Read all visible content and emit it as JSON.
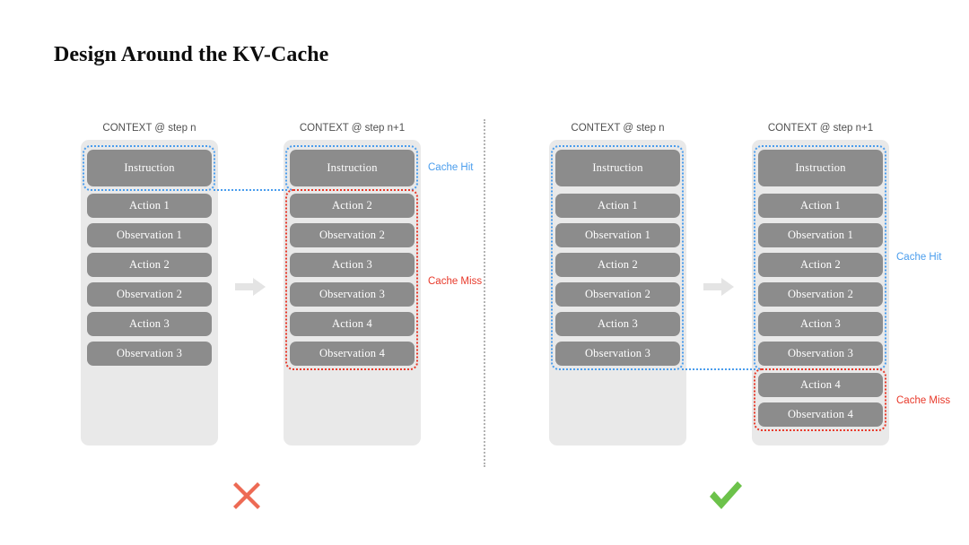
{
  "title": "Design Around the KV-Cache",
  "colors": {
    "cache_hit": "#4a9ded",
    "cache_miss": "#e8392a",
    "block_fill": "#8c8c8c",
    "panel_fill": "#e9e9e9",
    "cross": "#ed6a54",
    "check": "#6cc24a",
    "divider": "#b3b3b3"
  },
  "labels": {
    "step_n": "CONTEXT @ step n",
    "step_n1": "CONTEXT @ step n+1",
    "cache_hit": "Cache Hit",
    "cache_miss": "Cache Miss"
  },
  "left_example": {
    "verdict": "cross",
    "step_n": {
      "header": "CONTEXT @ step n",
      "blocks": [
        "Instruction",
        "Action 1",
        "Observation 1",
        "Action 2",
        "Observation 2",
        "Action 3",
        "Observation 3"
      ],
      "cache_hit_count": 1,
      "cache_miss_count": 0
    },
    "step_n1": {
      "header": "CONTEXT @ step n+1",
      "blocks": [
        "Instruction",
        "Action 2",
        "Observation 2",
        "Action 3",
        "Observation 3",
        "Action 4",
        "Observation 4"
      ],
      "cache_hit_count": 1,
      "cache_miss_count": 6
    }
  },
  "right_example": {
    "verdict": "check",
    "step_n": {
      "header": "CONTEXT @ step n",
      "blocks": [
        "Instruction",
        "Action 1",
        "Observation 1",
        "Action 2",
        "Observation 2",
        "Action 3",
        "Observation 3"
      ],
      "cache_hit_count": 7,
      "cache_miss_count": 0
    },
    "step_n1": {
      "header": "CONTEXT @ step n+1",
      "blocks": [
        "Instruction",
        "Action 1",
        "Observation 1",
        "Action 2",
        "Observation 2",
        "Action 3",
        "Observation 3",
        "Action 4",
        "Observation 4"
      ],
      "cache_hit_count": 7,
      "cache_miss_count": 2
    }
  }
}
